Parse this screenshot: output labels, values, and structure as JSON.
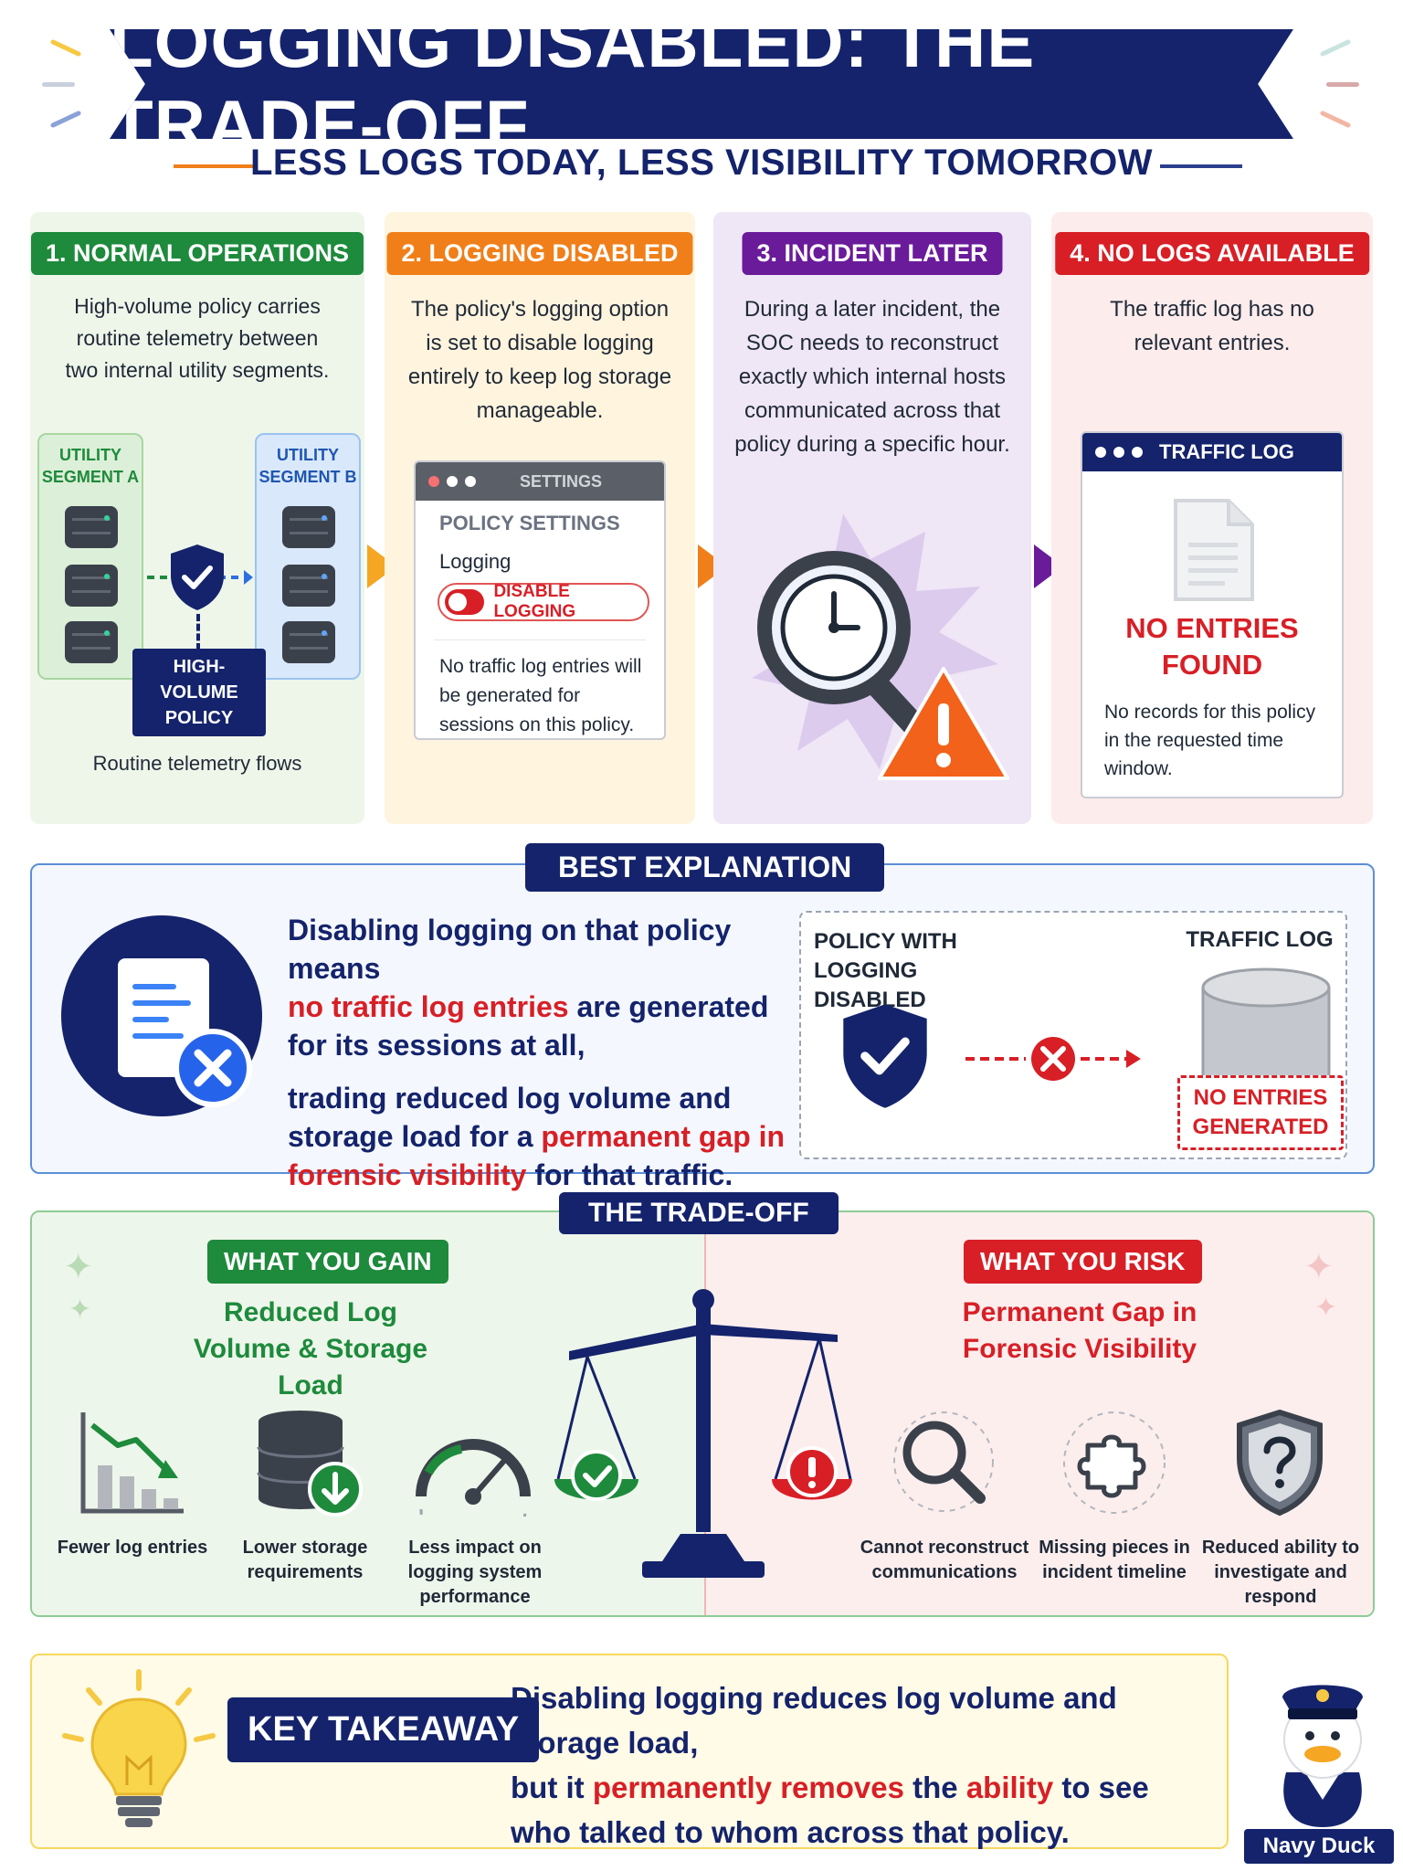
{
  "header": {
    "title": "LOGGING DISABLED: THE TRADE-OFF",
    "subtitle": "LESS LOGS TODAY, LESS VISIBILITY TOMORROW"
  },
  "steps": [
    {
      "badge": "1. NORMAL OPERATIONS",
      "text": "High-volume policy carries routine telemetry between two internal utility segments.",
      "segment_a": "UTILITY SEGMENT A",
      "segment_b": "UTILITY SEGMENT B",
      "policy_label": "HIGH-VOLUME POLICY",
      "footer": "Routine telemetry flows"
    },
    {
      "badge": "2. LOGGING DISABLED",
      "text": "The policy's logging option is set to disable logging entirely to keep log storage manageable.",
      "window_title": "SETTINGS",
      "panel_title": "POLICY SETTINGS",
      "field_label": "Logging",
      "toggle_label": "DISABLE LOGGING",
      "note": "No traffic log entries will be generated for sessions on this policy."
    },
    {
      "badge": "3. INCIDENT LATER",
      "text": "During a later incident, the SOC needs to reconstruct exactly which internal hosts communicated across that policy during a specific hour."
    },
    {
      "badge": "4. NO LOGS AVAILABLE",
      "text": "The traffic log has no relevant entries.",
      "window_title": "TRAFFIC LOG",
      "status": "NO ENTRIES FOUND",
      "note": "No records for this policy in the requested time window."
    }
  ],
  "explanation": {
    "tag": "BEST EXPLANATION",
    "line1": "Disabling logging on that policy means",
    "line2_red": "no traffic log entries",
    "line2_rest": " are generated",
    "line3": "for its sessions at all,",
    "line4": "trading reduced log volume and",
    "line5_a": "storage load for a ",
    "line5_red": "permanent gap in",
    "line6_red": "forensic visibility",
    "line6_rest": " for that traffic.",
    "diagram_left": "POLICY WITH LOGGING DISABLED",
    "diagram_right": "TRAFFIC LOG",
    "stamp": "NO ENTRIES GENERATED"
  },
  "tradeoff": {
    "tag": "THE TRADE-OFF",
    "gain_tag": "WHAT YOU GAIN",
    "gain_title": "Reduced Log Volume & Storage Load",
    "gain_items": [
      "Fewer log entries",
      "Lower storage requirements",
      "Less impact on logging system performance"
    ],
    "risk_tag": "WHAT YOU RISK",
    "risk_title": "Permanent Gap in Forensic Visibility",
    "risk_items": [
      "Cannot reconstruct communications",
      "Missing pieces in incident timeline",
      "Reduced ability to investigate and respond"
    ]
  },
  "takeaway": {
    "tag": "KEY TAKEAWAY",
    "line1": "Disabling logging reduces log volume and storage load,",
    "line2_a": "but it ",
    "line2_red1": "permanently removes",
    "line2_b": " the ",
    "line2_red2": "ability",
    "line2_c": " to see",
    "line3": "who talked to whom across that policy."
  },
  "brand": {
    "name": "Navy Duck"
  },
  "colors": {
    "navy": "#14236b",
    "green": "#1e8a3c",
    "orange": "#f07f1a",
    "purple": "#6a1b9a",
    "red": "#d81f26"
  }
}
